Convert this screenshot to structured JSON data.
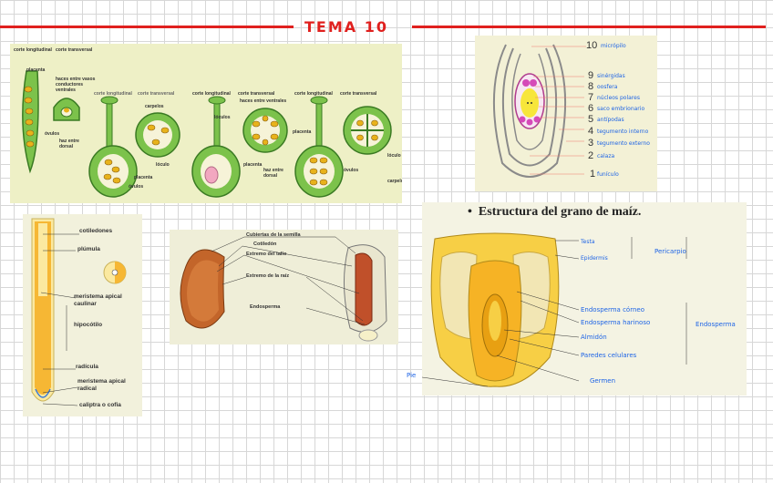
{
  "header": {
    "title": "TEMA 10"
  },
  "ovary_panel": {
    "labels": [
      "corte longitudinal",
      "corte transversal",
      "placenta",
      "haces entre vasos conductores ventrales",
      "óvulos",
      "haz entre dorsal",
      "corte longitudinal",
      "corte transversal",
      "carpelos",
      "lóculo",
      "placenta",
      "óvulos",
      "corte longitudinal",
      "corte transversal",
      "haces entre ventrales",
      "lóculos",
      "placenta",
      "haz entre dorsal",
      "corte longitudinal",
      "corte transversal",
      "placenta",
      "lóculo",
      "óvulos",
      "carpelo"
    ]
  },
  "ovule_panel": {
    "items": [
      {
        "n": "10",
        "t": "micrópilo"
      },
      {
        "n": "9",
        "t": "sinérgidas"
      },
      {
        "n": "8",
        "t": "oosfera"
      },
      {
        "n": "7",
        "t": "núcleos polares"
      },
      {
        "n": "6",
        "t": "saco embrionario"
      },
      {
        "n": "5",
        "t": "antípodas"
      },
      {
        "n": "4",
        "t": "tegumento interno"
      },
      {
        "n": "3",
        "t": "tegumento externo"
      },
      {
        "n": "2",
        "t": "calaza"
      },
      {
        "n": "1",
        "t": "funículo"
      }
    ]
  },
  "embryo_panel": {
    "labels": [
      "cotiledones",
      "plúmula",
      "meristema apical caulinar",
      "hipocótilo",
      "radícula",
      "meristema apical radical",
      "caliptra o cofia"
    ]
  },
  "bean_panel": {
    "labels": [
      "Cubiertas de la semilla",
      "Cotiledón",
      "Extremo del tallo",
      "Extremo de la raíz",
      "Endosperma"
    ]
  },
  "maize_panel": {
    "title": "Estructura del grano de maíz.",
    "left": [
      "Testa",
      "Epidermis"
    ],
    "pericarp": "Pericarpio",
    "mid": [
      "Endosperma córneo",
      "Endosperma harinoso",
      "Almidón",
      "Paredes celulares",
      "Germen"
    ],
    "endosperm": "Endosperma",
    "pie": "Pie"
  }
}
